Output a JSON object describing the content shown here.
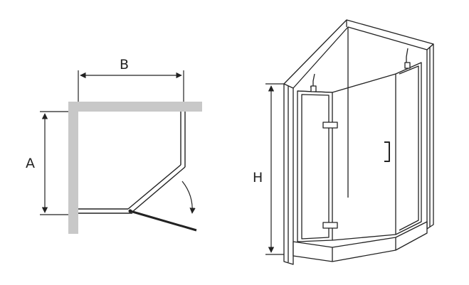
{
  "plan_view": {
    "label_a": "A",
    "label_b": "B"
  },
  "perspective_view": {
    "label_h": "H"
  },
  "colors": {
    "wall": "#c8c8c8",
    "line": "#222222",
    "background": "#ffffff"
  }
}
